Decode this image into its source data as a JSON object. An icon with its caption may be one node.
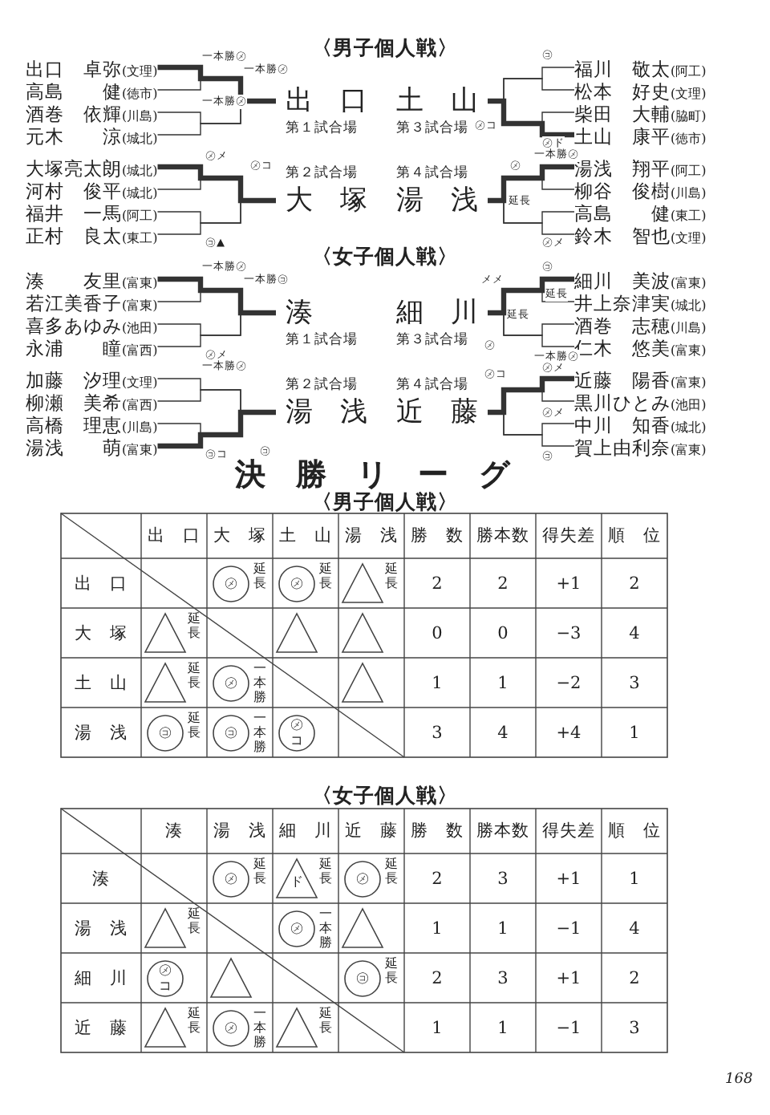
{
  "diagram": {
    "nodes": [
      {
        "text": [
          "出口　卓弥",
          "(文理)"
        ]
      },
      {
        "text": [
          "高島　　健",
          "(徳市)"
        ]
      },
      {
        "text": [
          "酒巻　依輝",
          "(川島)"
        ]
      },
      {
        "text": [
          "元木　　涼",
          "(城北)"
        ]
      },
      {
        "text": [
          "大塚亮太朗",
          "(城北)"
        ]
      },
      {
        "text": [
          "河村　俊平",
          "(城北)"
        ]
      },
      {
        "text": [
          "福井　一馬",
          "(阿工)"
        ]
      },
      {
        "text": [
          "正村　良太",
          "(東工)"
        ]
      },
      {
        "text": [
          "福川　敬太",
          "(阿工)"
        ]
      },
      {
        "text": [
          "松本　好史",
          "(文理)"
        ]
      },
      {
        "text": [
          "柴田　大輔",
          "(脇町)"
        ]
      },
      {
        "text": [
          "土山　康平",
          "(徳市)"
        ]
      },
      {
        "text": [
          "湯浅　翔平",
          "(阿工)"
        ]
      },
      {
        "text": [
          "柳谷　俊樹",
          "(川島)"
        ]
      },
      {
        "text": [
          "高島　　健",
          "(東工)"
        ]
      },
      {
        "text": [
          "鈴木　智也",
          "(文理)"
        ]
      },
      {
        "text": [
          "出　口"
        ],
        "beside": [
          "第１試合場"
        ]
      },
      {
        "text": [
          "土　山"
        ],
        "beside": [
          "第３試合場"
        ]
      },
      {
        "text": [
          "大　塚"
        ],
        "beside": [
          "第２試合場"
        ]
      },
      {
        "text": [
          "湯　浅"
        ],
        "beside": [
          "第４試合場"
        ]
      },
      {
        "text": [
          "湊　　友里",
          "(富東)"
        ]
      },
      {
        "text": [
          "若江美香子",
          "(富東)"
        ]
      },
      {
        "text": [
          "喜多あゆみ",
          "(池田)"
        ]
      },
      {
        "text": [
          "永浦　　瞳",
          "(富西)"
        ]
      },
      {
        "text": [
          "加藤　汐理",
          "(文理)"
        ]
      },
      {
        "text": [
          "柳瀬　美希",
          "(富西)"
        ]
      },
      {
        "text": [
          "高橋　理恵",
          "(川島)"
        ]
      },
      {
        "text": [
          "湯浅　　萌",
          "(富東)"
        ]
      },
      {
        "text": [
          "細川　美波",
          "(富東)"
        ]
      },
      {
        "text": [
          "井上奈津実",
          "(城北)"
        ]
      },
      {
        "text": [
          "酒巻　志穂",
          "(川島)"
        ]
      },
      {
        "text": [
          "仁木　悠美",
          "(富東)"
        ]
      },
      {
        "text": [
          "近藤　陽香",
          "(富東)"
        ]
      },
      {
        "text": [
          "黒川ひとみ",
          "(池田)"
        ]
      },
      {
        "text": [
          "中川　知香",
          "(城北)"
        ]
      },
      {
        "text": [
          "賀上由利奈",
          "(富東)"
        ]
      },
      {
        "text": [
          "湊"
        ],
        "beside": [
          "第１試合場"
        ]
      },
      {
        "text": [
          "細　川"
        ],
        "beside": [
          "第３試合場"
        ]
      },
      {
        "text": [
          "湯　浅"
        ],
        "beside": [
          "第２試合場"
        ]
      },
      {
        "text": [
          "近　藤"
        ],
        "beside": [
          "第４試合場"
        ]
      }
    ],
    "edges": [
      {
        "from": 0,
        "to": 16,
        "arrow": "none",
        "style": "thick"
      },
      {
        "from": 1,
        "to": 16,
        "arrow": "none"
      },
      {
        "from": 2,
        "to": 16,
        "arrow": "none"
      },
      {
        "from": 3,
        "to": 16,
        "arrow": "none"
      },
      {
        "from": 4,
        "to": 18,
        "arrow": "none",
        "style": "thick"
      },
      {
        "from": 5,
        "to": 18,
        "arrow": "none"
      },
      {
        "from": 6,
        "to": 18,
        "arrow": "none"
      },
      {
        "from": 7,
        "to": 18,
        "arrow": "none"
      },
      {
        "from": 8,
        "to": 17,
        "arrow": "none"
      },
      {
        "from": 9,
        "to": 17,
        "arrow": "none"
      },
      {
        "from": 10,
        "to": 17,
        "arrow": "none"
      },
      {
        "from": 11,
        "to": 17,
        "arrow": "none",
        "style": "thick"
      },
      {
        "from": 12,
        "to": 19,
        "arrow": "none",
        "style": "thick"
      },
      {
        "from": 13,
        "to": 19,
        "arrow": "none"
      },
      {
        "from": 14,
        "to": 19,
        "arrow": "none"
      },
      {
        "from": 15,
        "to": 19,
        "arrow": "none"
      },
      {
        "from": 20,
        "to": 36,
        "arrow": "none",
        "style": "thick"
      },
      {
        "from": 21,
        "to": 36,
        "arrow": "none"
      },
      {
        "from": 22,
        "to": 36,
        "arrow": "none"
      },
      {
        "from": 23,
        "to": 36,
        "arrow": "none"
      },
      {
        "from": 24,
        "to": 38,
        "arrow": "none"
      },
      {
        "from": 25,
        "to": 38,
        "arrow": "none"
      },
      {
        "from": 26,
        "to": 38,
        "arrow": "none"
      },
      {
        "from": 27,
        "to": 38,
        "arrow": "none",
        "style": "thick"
      },
      {
        "from": 28,
        "to": 37,
        "arrow": "none",
        "style": "thick"
      },
      {
        "from": 29,
        "to": 37,
        "arrow": "none"
      },
      {
        "from": 30,
        "to": 37,
        "arrow": "none"
      },
      {
        "from": 31,
        "to": 37,
        "arrow": "none"
      },
      {
        "from": 32,
        "to": 39,
        "arrow": "none",
        "style": "thick"
      },
      {
        "from": 33,
        "to": 39,
        "arrow": "none"
      },
      {
        "from": 34,
        "to": 39,
        "arrow": "none"
      },
      {
        "from": 35,
        "to": 39,
        "arrow": "none"
      }
    ],
    "labels": [
      "〈男子個人戦〉",
      "一本勝㋱",
      "一本勝㋱",
      "一本勝㋱",
      "㋱メ",
      "㋱コ",
      "㋙▲",
      "㋙",
      "㋱コ",
      "㋱ド",
      "一本勝㋱",
      "㋱",
      "延長",
      "㋱メ",
      "〈女子個人戦〉",
      "一本勝㋱",
      "一本勝㋙",
      "㋱メ",
      "一本勝㋱",
      "㋙コ",
      "㋙",
      "㋙",
      "メメ",
      "延長",
      "延長",
      "㋱",
      "一本勝㋱",
      "㋱コ",
      "㋱メ",
      "㋱メ",
      "㋙",
      "決　勝　リ　ー　グ",
      "〈男子個人戦〉",
      "出　口",
      "大　塚",
      "土　山",
      "湯　浅",
      "勝　数",
      "勝本数",
      "得失差",
      "順　位",
      "出　口",
      "㋱",
      "延長",
      "㋱",
      "延長",
      "延長",
      "2",
      "2",
      "+1",
      "2",
      "大　塚",
      "延長",
      "0",
      "0",
      "−3",
      "4",
      "土　山",
      "延長",
      "㋱",
      "一本勝",
      "1",
      "1",
      "−2",
      "3",
      "湯　浅",
      "㋙",
      "延長",
      "㋙",
      "一本勝",
      "㋱コ",
      "3",
      "4",
      "+4",
      "1",
      "〈女子個人戦〉",
      "湊",
      "湯　浅",
      "細　川",
      "近　藤",
      "勝　数",
      "勝本数",
      "得失差",
      "順　位",
      "湊",
      "㋱",
      "延長",
      "ド",
      "延長",
      "㋱",
      "延長",
      "2",
      "3",
      "+1",
      "1",
      "湯　浅",
      "延長",
      "㋱",
      "一本勝",
      "1",
      "1",
      "−1",
      "4",
      "細　川",
      "㋱コ",
      "㋙",
      "延長",
      "2",
      "3",
      "+1",
      "2",
      "近　藤",
      "延長",
      "㋱",
      "一本勝",
      "延長",
      "1",
      "1",
      "−1",
      "3",
      "168"
    ]
  }
}
